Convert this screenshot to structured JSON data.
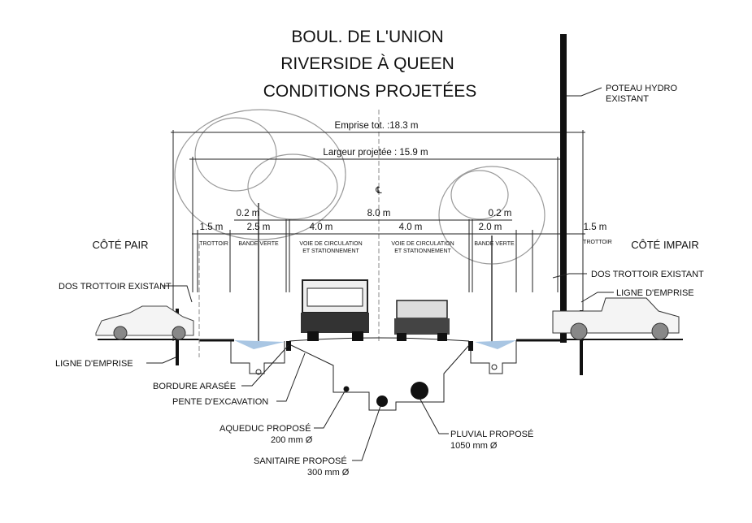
{
  "title": {
    "line1": "BOUL. DE L'UNION",
    "line2": "RIVERSIDE À QUEEN",
    "line3": "CONDITIONS PROJETÉES"
  },
  "dimensions": {
    "emprise_total": "Emprise tot. :18.3 m",
    "largeur_projetee": "Largeur projetée : 15.9 m",
    "centerline": "℄",
    "upper": [
      "0.2 m",
      "8.0 m",
      "0.2 m"
    ],
    "lower": [
      "1.5 m",
      "2.5 m",
      "4.0 m",
      "4.0 m",
      "2.0 m",
      "1.5 m"
    ]
  },
  "zones": {
    "trottoir_left": "TROTTOIR",
    "bande_verte_left": "BANDE VERTE",
    "voie_left_1": "VOIE DE CIRCULATION",
    "voie_left_2": "ET STATIONNEMENT",
    "voie_right_1": "VOIE DE CIRCULATION",
    "voie_right_2": "ET STATIONNEMENT",
    "bande_verte_right": "BANDE VERTE",
    "trottoir_right": "TROTTOIR"
  },
  "sides": {
    "left": "CÔTÉ PAIR",
    "right": "CÔTÉ IMPAIR"
  },
  "callouts": {
    "poteau_1": "POTEAU HYDRO",
    "poteau_2": "EXISTANT",
    "dos_trottoir_left": "DOS TROTTOIR EXISTANT",
    "dos_trottoir_right": "DOS TROTTOIR EXISTANT",
    "ligne_emprise_left": "LIGNE D'EMPRISE",
    "ligne_emprise_right": "LIGNE D'EMPRISE",
    "bordure": "BORDURE ARASÉE",
    "pente": "PENTE D'EXCAVATION",
    "aqueduc_1": "AQUEDUC PROPOSÉ",
    "aqueduc_2": "200 mm Ø",
    "sanitaire_1": "SANITAIRE PROPOSÉ",
    "sanitaire_2": "300 mm Ø",
    "pluvial_1": "PLUVIAL PROPOSÉ",
    "pluvial_2": "1050 mm Ø"
  },
  "colors": {
    "water": "#a9c6e3",
    "line": "#222222",
    "tree": "#9a9a9a"
  }
}
